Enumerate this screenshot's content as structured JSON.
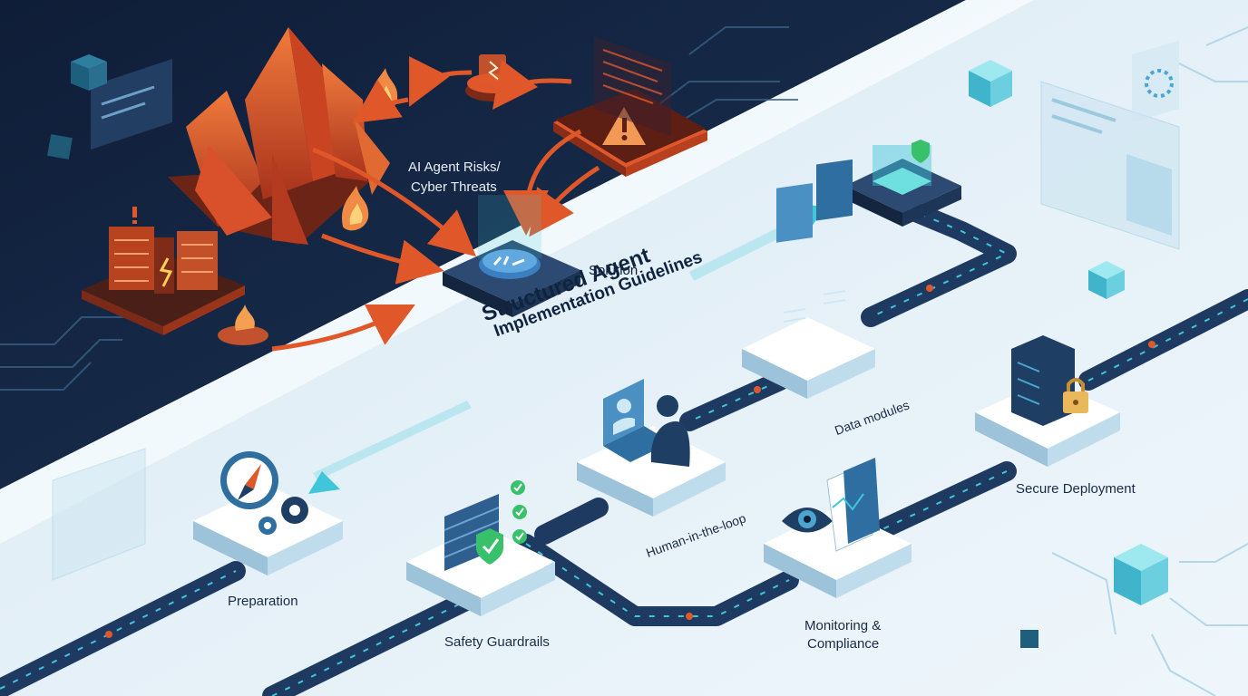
{
  "labels": {
    "risks_line1": "AI Agent Risks/",
    "risks_line2": "Cyber Threats",
    "solution": "Solution",
    "title_line1": "Structured Agent",
    "title_line2": "Implementation Guidelines",
    "data_modules": "Data modules",
    "human_in_the_loop": "Human-in-the-loop",
    "secure_deployment": "Secure Deployment",
    "preparation": "Preparation",
    "safety_guardrails": "Safety Guardrails",
    "monitoring_line1": "Monitoring &",
    "monitoring_line2": "Compliance"
  },
  "colors": {
    "dark_bg": "#12223f",
    "light_bg": "#e3f0f8",
    "threat_orange": "#e0582a",
    "accent_cyan": "#3fc6d8",
    "path_blue": "#203c63",
    "check_green": "#38c06a"
  },
  "icons": {
    "threat_mountain": "mountain-shards-icon",
    "warning": "warning-triangle-icon",
    "fire": "fire-icon",
    "server_rack": "server-rack-icon",
    "solution": "solution-chip-icon",
    "compass": "compass-icon",
    "gears": "gears-icon",
    "firewall": "firewall-shield-icon",
    "human": "human-at-laptop-icon",
    "documents": "documents-icon",
    "eye": "eye-icon",
    "database_lock": "database-lock-icon",
    "cube": "cube-icon"
  }
}
